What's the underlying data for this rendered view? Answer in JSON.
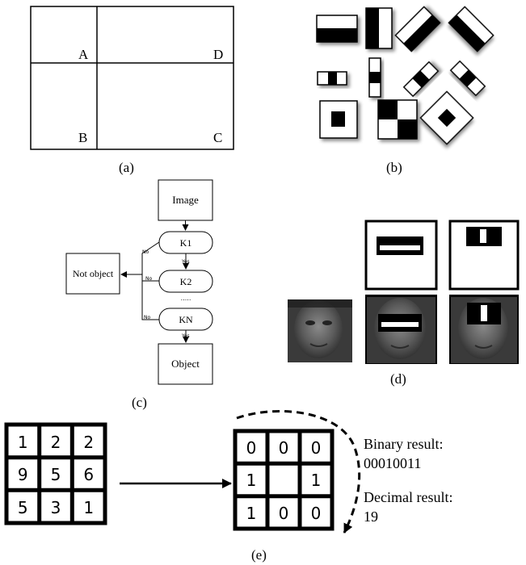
{
  "panel_a": {
    "caption": "(a)",
    "labels": {
      "a": "A",
      "b": "B",
      "c": "C",
      "d": "D"
    }
  },
  "panel_b": {
    "caption": "(b)"
  },
  "panel_c": {
    "caption": "(c)",
    "nodes": {
      "image": "Image",
      "k1": "K1",
      "k2": "K2",
      "kn": "KN",
      "object": "Object",
      "not_object": "Not object",
      "dots": "....."
    },
    "edge_labels": {
      "no": "No",
      "yes": "Yes"
    }
  },
  "panel_d": {
    "caption": "(d)"
  },
  "panel_e": {
    "caption": "(e)",
    "input_grid": [
      "1",
      "2",
      "2",
      "9",
      "5",
      "6",
      "5",
      "3",
      "1"
    ],
    "binary_grid": [
      "0",
      "0",
      "0",
      "1",
      "",
      "1",
      "1",
      "0",
      "0"
    ],
    "binary_label": "Binary result:",
    "binary_value": "00010011",
    "decimal_label": "Decimal result:",
    "decimal_value": "19"
  },
  "colors": {
    "ink": "#000000",
    "paper": "#ffffff"
  }
}
